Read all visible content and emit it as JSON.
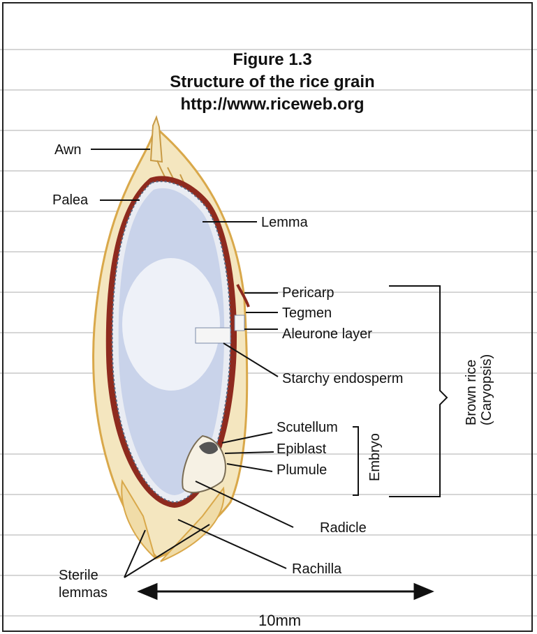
{
  "figure": {
    "title": "Figure 1.3",
    "subtitle": "Structure of the rice grain",
    "source": "http://www.riceweb.org"
  },
  "labels": {
    "awn": "Awn",
    "palea": "Palea",
    "lemma": "Lemma",
    "pericarp": "Pericarp",
    "tegmen": "Tegmen",
    "aleurone": "Aleurone layer",
    "endosperm": "Starchy endosperm",
    "scutellum": "Scutellum",
    "epiblast": "Epiblast",
    "plumule": "Plumule",
    "radicle": "Radicle",
    "rachilla": "Rachilla",
    "sterile_line1": "Sterile",
    "sterile_line2": "lemmas"
  },
  "groups": {
    "embryo": "Embryo",
    "brown_rice_line1": "Brown rice",
    "brown_rice_line2": "(Caryopsis)"
  },
  "scale": {
    "label": "10mm"
  },
  "colors": {
    "husk_fill": "#f4e6bf",
    "husk_edge": "#d9a84a",
    "pericarp": "#8e2a1e",
    "endosperm": "#c9d3ea",
    "ink": "#111111"
  }
}
